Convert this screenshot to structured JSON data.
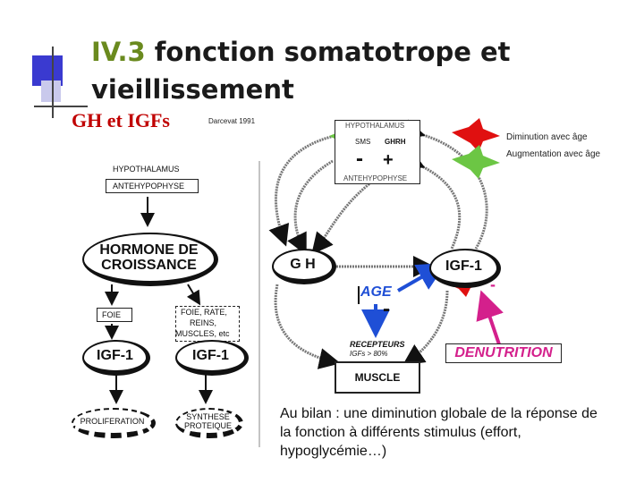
{
  "title": {
    "number": "IV.3",
    "line1_rest": " fonction somatotrope et",
    "line2": "vieillissement"
  },
  "subtitle": "GH et IGFs",
  "source": "Darcevat 1991",
  "left_diagram": {
    "hypothalamus": "HYPOTHALAMUS",
    "antehypophyse": "ANTEHYPOPHYSE",
    "hormone_line1": "HORMONE DE",
    "hormone_line2": "CROISSANCE",
    "foie": "FOIE",
    "organs_line1": "FOIE, RATE,",
    "organs_line2": "REINS,",
    "organs_line3": "MUSCLES, etc",
    "igf1_left": "IGF-1",
    "igf1_right": "IGF-1",
    "proliferation": "PROLIFERATION",
    "synthese_line1": "SYNTHESE",
    "synthese_line2": "PROTEIQUE"
  },
  "right_diagram": {
    "hypothalamus": "HYPOTHALAMUS",
    "ghrh": "GHRH",
    "sms": "SMS",
    "minus": "-",
    "plus": "+",
    "antehypophyse": "ANTEHYPOPHYSE",
    "gh": "G H",
    "igf1": "IGF-1",
    "igf_minus": "-",
    "age": "AGE",
    "age_minus": "-",
    "receptors_line1": "RECEPTEURS",
    "receptors_line2": "IGFs > 80%",
    "muscle": "MUSCLE",
    "denutrition": "DENUTRITION",
    "denutrition_minus": "-"
  },
  "legend": [
    {
      "label": "Diminution avec âge",
      "color": "#e01010"
    },
    {
      "label": "Augmentation avec âge",
      "color": "#6cc644"
    }
  ],
  "conclusion": "Au bilan : une diminution globale de la réponse de la fonction à différents stimulus (effort, hypoglycémie…)",
  "colors": {
    "accent_green": "#6a8a1e",
    "title_red": "#c00000",
    "arrow_blue": "#1f4fd6",
    "arrow_magenta": "#d4208c"
  }
}
